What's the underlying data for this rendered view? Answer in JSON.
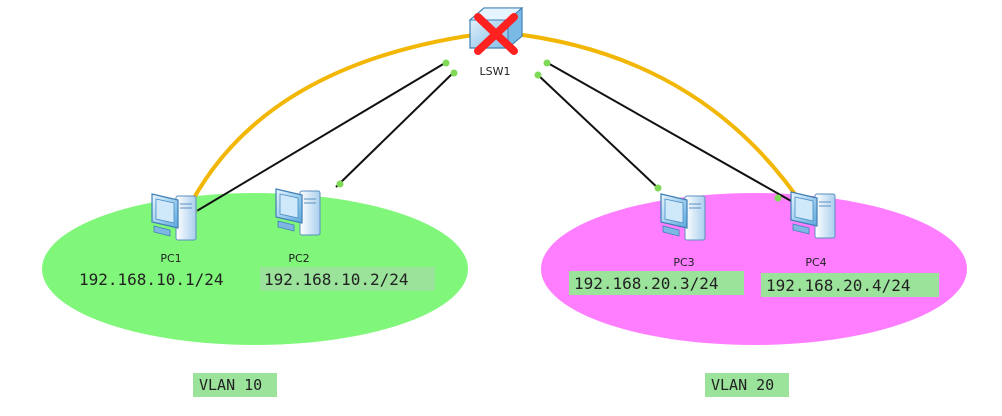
{
  "switch": {
    "name": "LSW1",
    "icon": "network-switch-icon",
    "status": "error-cross-icon"
  },
  "pcs": [
    {
      "name": "PC1",
      "ip": "192.168.10.1/24",
      "icon": "pc-computer-icon"
    },
    {
      "name": "PC2",
      "ip": "192.168.10.2/24",
      "icon": "pc-computer-icon"
    },
    {
      "name": "PC3",
      "ip": "192.168.20.3/24",
      "icon": "pc-computer-icon"
    },
    {
      "name": "PC4",
      "ip": "192.168.20.4/24",
      "icon": "pc-computer-icon"
    }
  ],
  "vlans": [
    {
      "label": "VLAN 10",
      "color": "#80f77a"
    },
    {
      "label": "VLAN 20",
      "color": "#ff7eff"
    }
  ],
  "colors": {
    "ip_label_bg": "#9be39b",
    "link": "#111111",
    "highlight_path": "#f2b705",
    "port_dot": "#7ed957",
    "error_cross": "#ff2020"
  }
}
